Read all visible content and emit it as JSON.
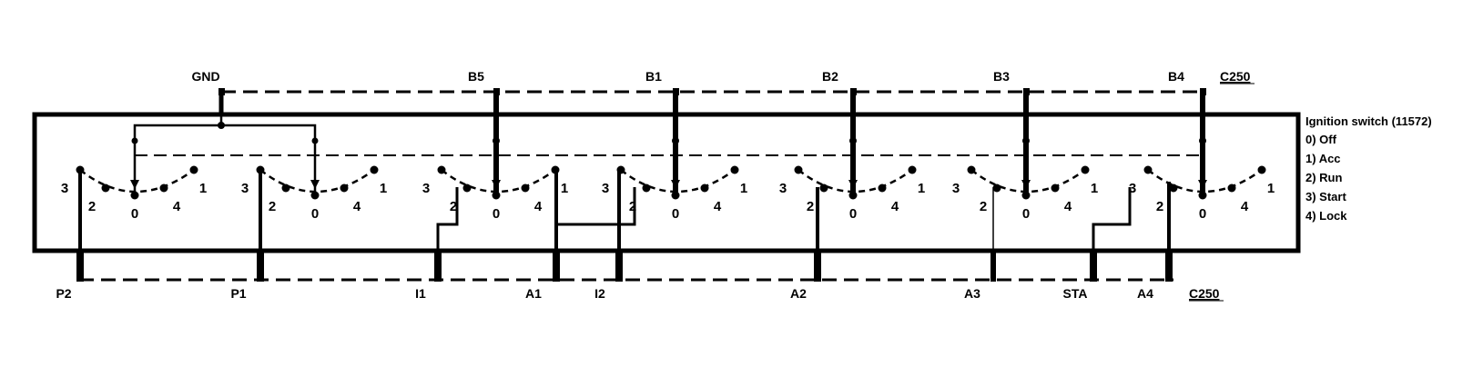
{
  "top_pins": [
    "GND",
    "B5",
    "B1",
    "B2",
    "B3",
    "B4"
  ],
  "bottom_pins": [
    "P2",
    "P1",
    "I1",
    "A1",
    "I2",
    "A2",
    "A3",
    "STA",
    "A4"
  ],
  "connector_top": "C250",
  "connector_bottom": "C250",
  "legend": {
    "title": "Ignition switch (11572)",
    "items": [
      "0) Off",
      "1) Acc",
      "2) Run",
      "3) Start",
      "4) Lock"
    ]
  },
  "position_labels": {
    "p0": "0",
    "p1": "1",
    "p2": "2",
    "p3": "3",
    "p4": "4"
  }
}
